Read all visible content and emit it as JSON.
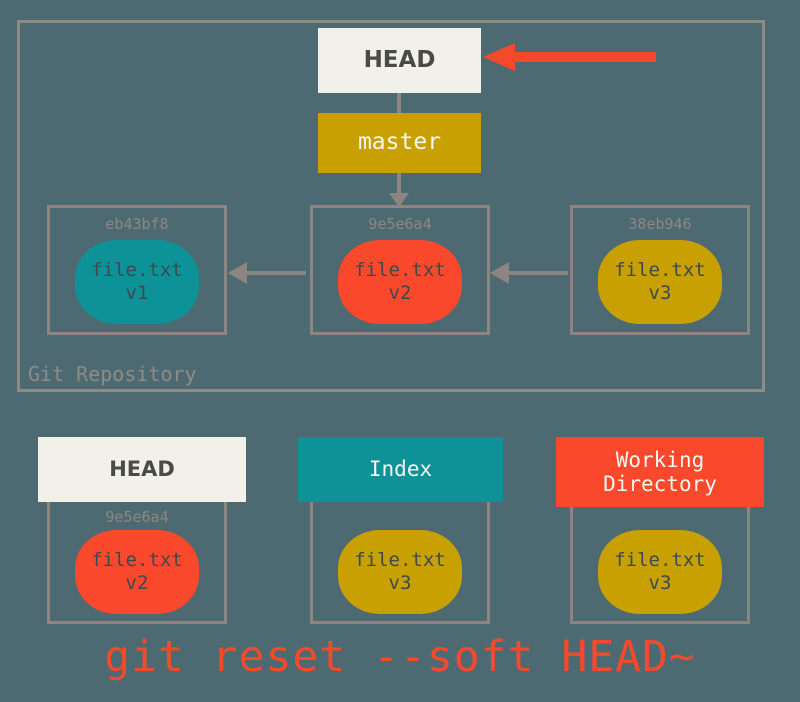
{
  "diagram": {
    "background_color": "#4d6a72",
    "repository": {
      "label": "Git Repository",
      "border_color": "#8d8c83",
      "head_box": {
        "label": "HEAD",
        "bg": "#f2f1e9",
        "fg": "#4a4a47"
      },
      "branch_box": {
        "label": "master",
        "bg": "#c8a002",
        "fg": "#f7f5ef"
      },
      "commits": [
        {
          "hash": "eb43bf8",
          "file": "file.txt",
          "version": "v1",
          "blob_color": "#0d9298"
        },
        {
          "hash": "9e5e6a4",
          "file": "file.txt",
          "version": "v2",
          "blob_color": "#f9482b"
        },
        {
          "hash": "38eb946",
          "file": "file.txt",
          "version": "v3",
          "blob_color": "#c8a002"
        }
      ]
    },
    "pointer_arrow": {
      "color": "#f4492b",
      "points_to": "HEAD"
    },
    "trees": [
      {
        "title": "HEAD",
        "title_bg": "#f2f1e9",
        "title_fg": "#4a4a47",
        "hash": "9e5e6a4",
        "file": "file.txt",
        "version": "v2",
        "blob_color": "#f9482b"
      },
      {
        "title": "Index",
        "title_bg": "#0d9298",
        "title_fg": "#f7f5ef",
        "hash": "",
        "file": "file.txt",
        "version": "v3",
        "blob_color": "#c8a002"
      },
      {
        "title": "Working\nDirectory",
        "title_line1": "Working",
        "title_line2": "Directory",
        "title_bg": "#f9482b",
        "title_fg": "#f7f5ef",
        "hash": "",
        "file": "file.txt",
        "version": "v3",
        "blob_color": "#c8a002"
      }
    ],
    "command": "git reset --soft HEAD~",
    "command_color": "#f4492b"
  }
}
